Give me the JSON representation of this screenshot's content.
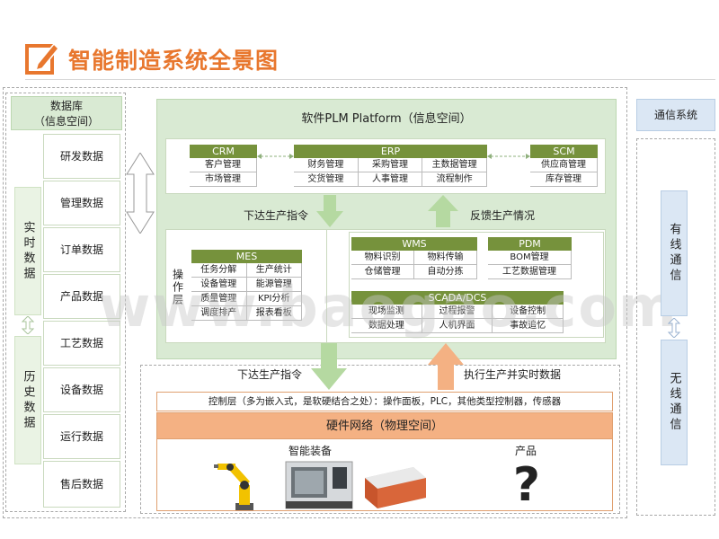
{
  "title": "智能制造系统全景图",
  "database": {
    "header": "数据库\n（信息空间）",
    "realtime_label": "实时数据",
    "history_label": "历史数据",
    "items": [
      "研发数据",
      "管理数据",
      "订单数据",
      "产品数据",
      "工艺数据",
      "设备数据",
      "运行数据",
      "售后数据"
    ]
  },
  "plm": {
    "header": "软件PLM Platform（信息空间）",
    "crm": {
      "title": "CRM",
      "items": [
        "客户管理",
        "市场管理"
      ]
    },
    "erp": {
      "title": "ERP",
      "items": [
        "财务管理",
        "采购管理",
        "主数据管理",
        "交货管理",
        "人事管理",
        "流程制作"
      ]
    },
    "scm": {
      "title": "SCM",
      "items": [
        "供应商管理",
        "库存管理"
      ]
    },
    "down_label": "下达生产指令",
    "up_label": "反馈生产情况",
    "ops_label": "操作层",
    "mes": {
      "title": "MES",
      "items": [
        "任务分解",
        "生产统计",
        "设备管理",
        "能源管理",
        "质量管理",
        "KPI分析",
        "调度排产",
        "报表看板"
      ]
    },
    "wms": {
      "title": "WMS",
      "items": [
        "物料识别",
        "物料传输",
        "仓储管理",
        "自动分拣"
      ]
    },
    "pdm": {
      "title": "PDM",
      "items": [
        "BOM管理",
        "工艺数据管理"
      ]
    },
    "scada": {
      "title": "SCADA/DCS",
      "items": [
        "现场监测",
        "过程报警",
        "设备控制",
        "数据处理",
        "人机界面",
        "事故追忆"
      ]
    }
  },
  "lower": {
    "down_label": "下达生产指令",
    "up_label": "执行生产并实时数据",
    "control_layer": "控制层（多为嵌入式，是软硬结合之处）：操作面板，PLC，其他类型控制器，传感器",
    "hardware_network": "硬件网络（物理空间）",
    "smart_equipment": "智能装备",
    "product": "产品",
    "product_symbol": "?"
  },
  "comm": {
    "header": "通信系统",
    "wired": "有线通信",
    "wireless": "无线通信"
  },
  "watermark": "www.baogao.com",
  "colors": {
    "accent": "#e8772e",
    "green": "#76923c",
    "light_green": "#d9ead3",
    "blue": "#dbe7f4",
    "orange": "#f4b183"
  }
}
